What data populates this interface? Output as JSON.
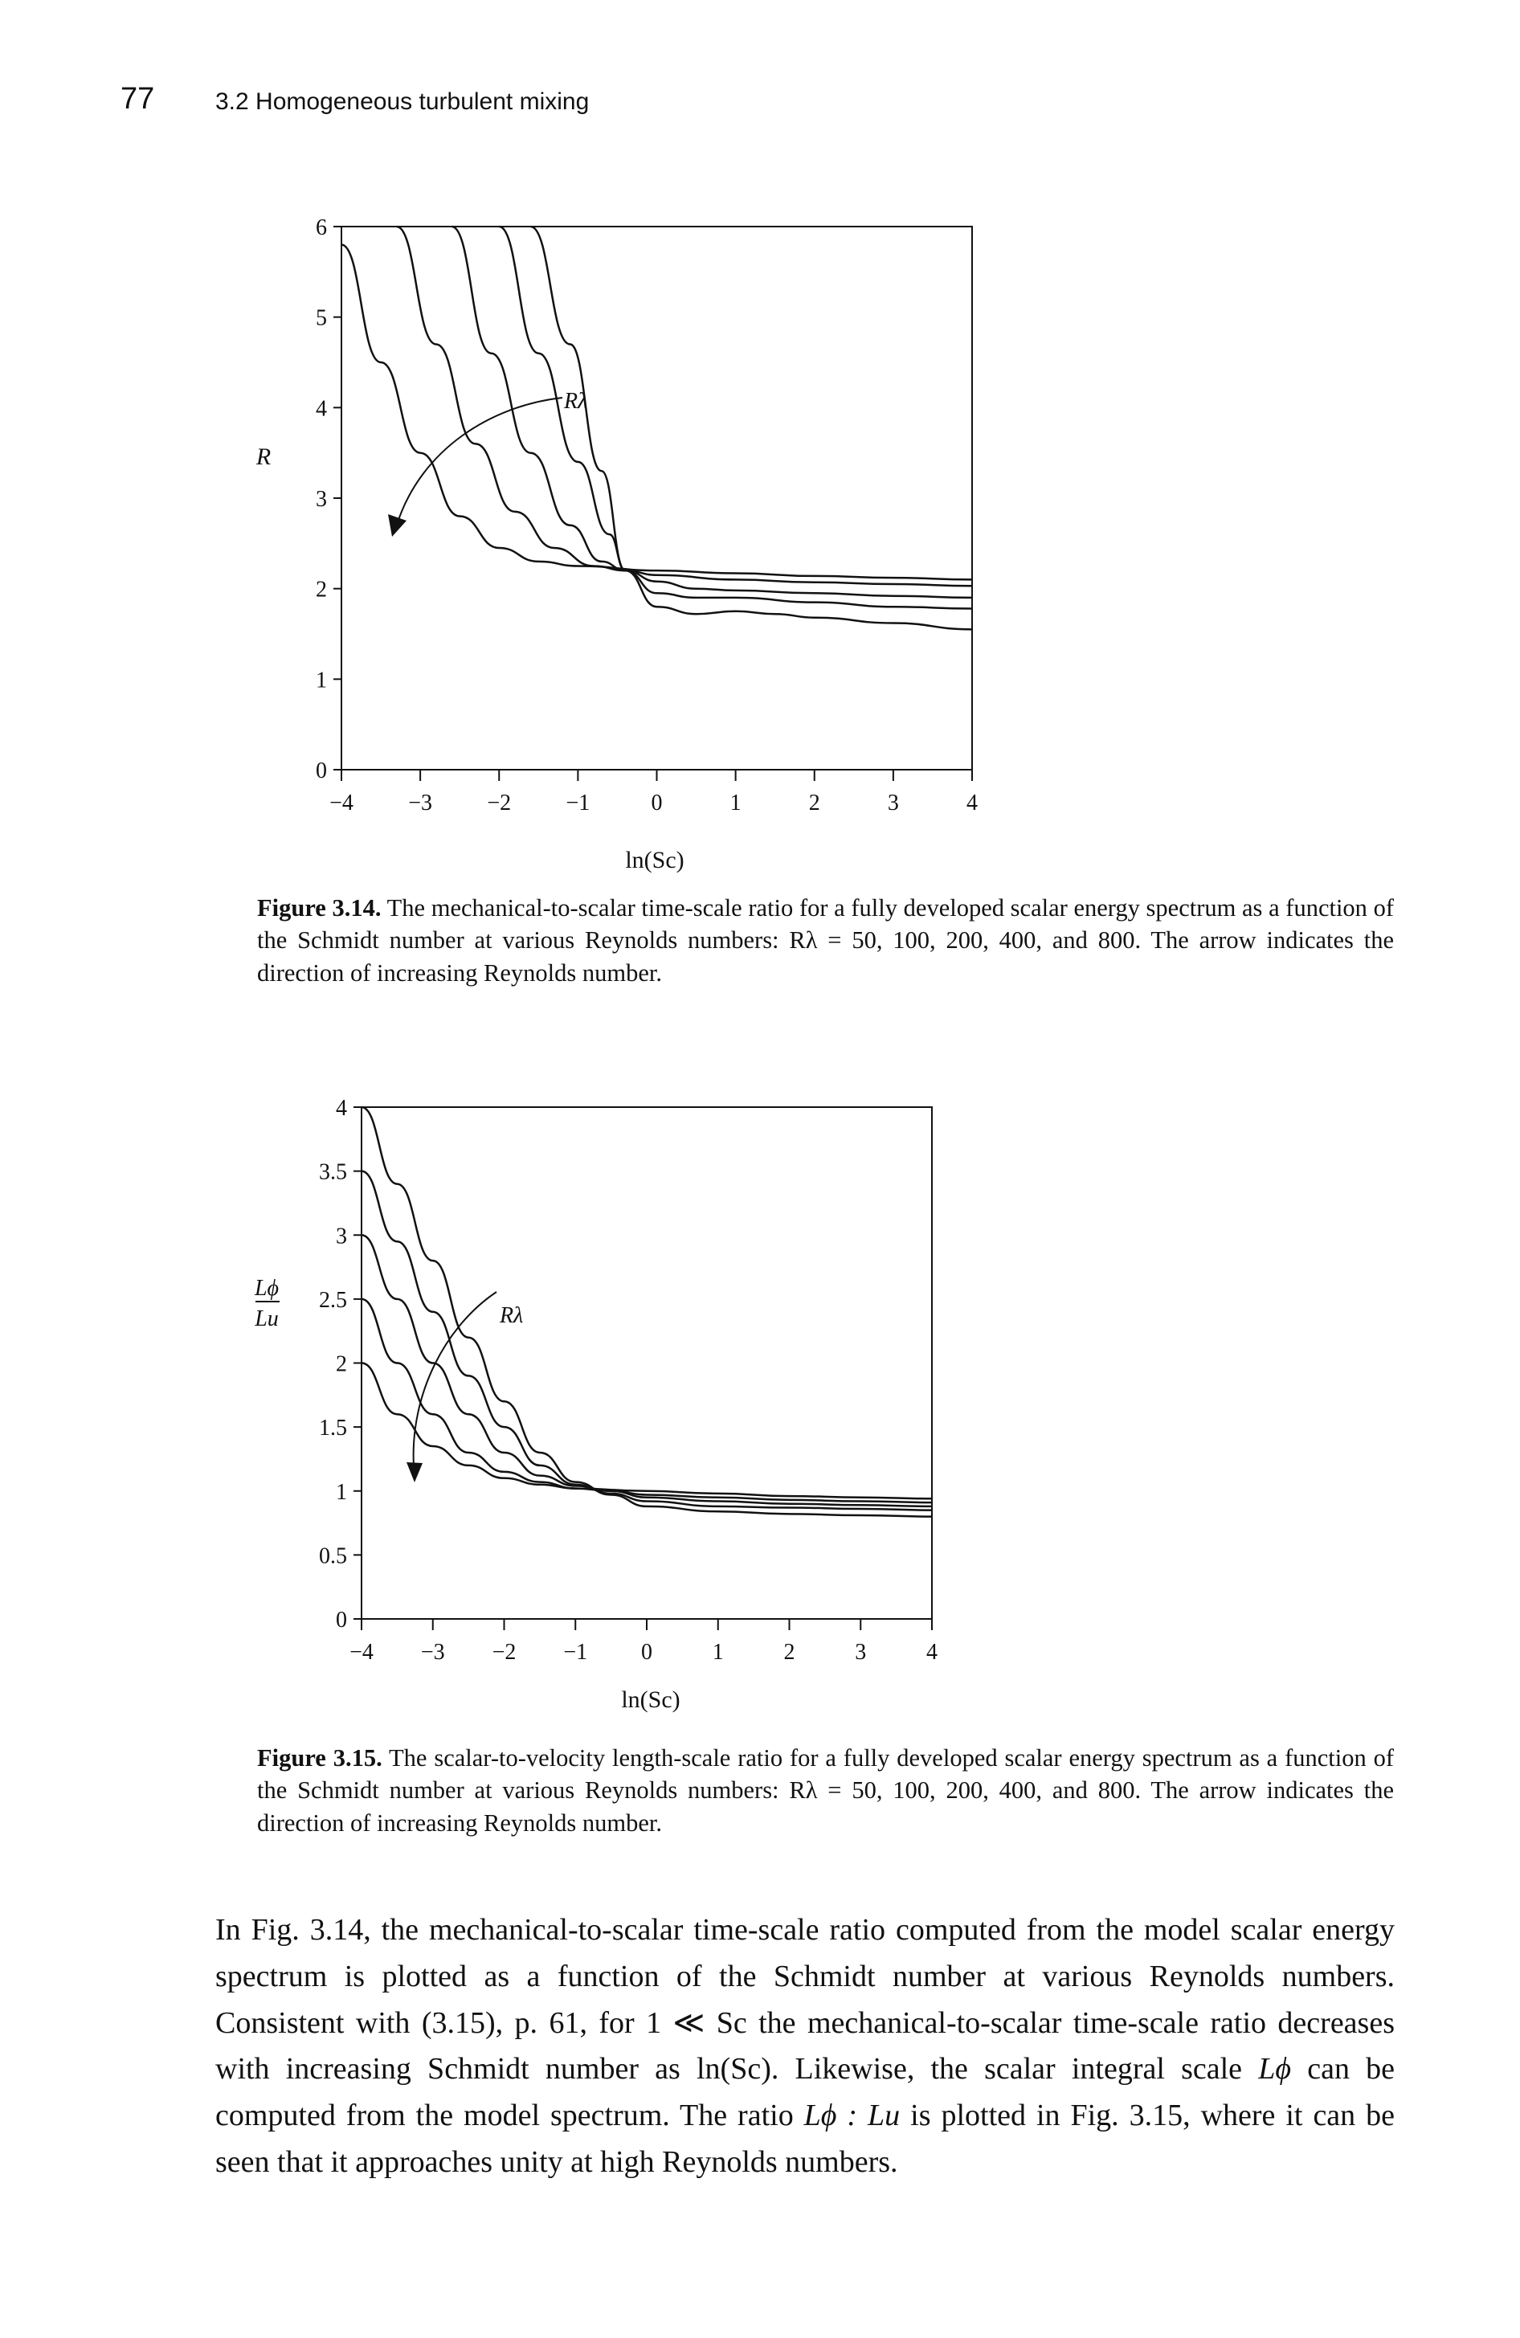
{
  "header": {
    "page_number": "77",
    "running_title": "3.2 Homogeneous turbulent mixing"
  },
  "figure_3_14": {
    "chart_data": {
      "type": "line",
      "ylabel": "R",
      "xlabel": "ln(Sc)",
      "xlim": [
        -4,
        4
      ],
      "ylim": [
        0,
        6
      ],
      "x_ticks": [
        "−4",
        "−3",
        "−2",
        "−1",
        "0",
        "1",
        "2",
        "3",
        "4"
      ],
      "y_ticks": [
        "0",
        "1",
        "2",
        "3",
        "4",
        "5",
        "6"
      ],
      "annotation": "Rλ",
      "series": [
        {
          "points": [
            [
              -4.0,
              5.8
            ],
            [
              -3.5,
              4.5
            ],
            [
              -3.0,
              3.5
            ],
            [
              -2.5,
              2.8
            ],
            [
              -2.0,
              2.45
            ],
            [
              -1.5,
              2.3
            ],
            [
              -1.0,
              2.25
            ],
            [
              0.0,
              2.2
            ],
            [
              1.0,
              2.17
            ],
            [
              2.0,
              2.14
            ],
            [
              3.0,
              2.12
            ],
            [
              4.0,
              2.1
            ]
          ]
        },
        {
          "points": [
            [
              -3.3,
              6.0
            ],
            [
              -2.8,
              4.7
            ],
            [
              -2.3,
              3.6
            ],
            [
              -1.8,
              2.85
            ],
            [
              -1.3,
              2.45
            ],
            [
              -0.8,
              2.25
            ],
            [
              -0.4,
              2.2
            ],
            [
              0.0,
              2.15
            ],
            [
              1.0,
              2.1
            ],
            [
              2.0,
              2.07
            ],
            [
              3.0,
              2.05
            ],
            [
              4.0,
              2.03
            ]
          ]
        },
        {
          "points": [
            [
              -2.6,
              6.0
            ],
            [
              -2.1,
              4.6
            ],
            [
              -1.6,
              3.5
            ],
            [
              -1.1,
              2.7
            ],
            [
              -0.7,
              2.3
            ],
            [
              -0.4,
              2.2
            ],
            [
              0.0,
              2.08
            ],
            [
              0.5,
              2.0
            ],
            [
              1.0,
              1.98
            ],
            [
              2.0,
              1.95
            ],
            [
              3.0,
              1.92
            ],
            [
              4.0,
              1.9
            ]
          ]
        },
        {
          "points": [
            [
              -2.0,
              6.0
            ],
            [
              -1.5,
              4.6
            ],
            [
              -1.0,
              3.4
            ],
            [
              -0.6,
              2.6
            ],
            [
              -0.4,
              2.2
            ],
            [
              0.0,
              1.95
            ],
            [
              0.5,
              1.9
            ],
            [
              1.0,
              1.9
            ],
            [
              2.0,
              1.85
            ],
            [
              3.0,
              1.8
            ],
            [
              4.0,
              1.78
            ]
          ]
        },
        {
          "points": [
            [
              -1.6,
              6.0
            ],
            [
              -1.1,
              4.7
            ],
            [
              -0.7,
              3.3
            ],
            [
              -0.4,
              2.2
            ],
            [
              0.0,
              1.8
            ],
            [
              0.5,
              1.72
            ],
            [
              1.0,
              1.75
            ],
            [
              1.5,
              1.72
            ],
            [
              2.0,
              1.68
            ],
            [
              3.0,
              1.62
            ],
            [
              4.0,
              1.55
            ]
          ]
        }
      ]
    },
    "caption_label": "Figure 3.14.",
    "caption_text": "The mechanical-to-scalar time-scale ratio for a fully developed scalar energy spectrum as a function of the Schmidt number at various Reynolds numbers: Rλ = 50, 100, 200, 400, and 800. The arrow indicates the direction of increasing Reynolds number."
  },
  "figure_3_15": {
    "chart_data": {
      "type": "line",
      "ylabel_top": "Lϕ",
      "ylabel_bottom": "Lu",
      "xlabel": "ln(Sc)",
      "xlim": [
        -4,
        4
      ],
      "ylim": [
        0,
        4
      ],
      "x_ticks": [
        "−4",
        "−3",
        "−2",
        "−1",
        "0",
        "1",
        "2",
        "3",
        "4"
      ],
      "y_ticks": [
        "0",
        "0.5",
        "1",
        "1.5",
        "2",
        "2.5",
        "3",
        "3.5",
        "4"
      ],
      "annotation": "Rλ",
      "series": [
        {
          "points": [
            [
              -4.0,
              2.0
            ],
            [
              -3.5,
              1.6
            ],
            [
              -3.0,
              1.35
            ],
            [
              -2.5,
              1.2
            ],
            [
              -2.0,
              1.1
            ],
            [
              -1.5,
              1.05
            ],
            [
              -1.0,
              1.02
            ],
            [
              0.0,
              1.0
            ],
            [
              1.0,
              0.98
            ],
            [
              2.0,
              0.96
            ],
            [
              3.0,
              0.95
            ],
            [
              4.0,
              0.94
            ]
          ]
        },
        {
          "points": [
            [
              -4.0,
              2.5
            ],
            [
              -3.5,
              2.0
            ],
            [
              -3.0,
              1.6
            ],
            [
              -2.5,
              1.3
            ],
            [
              -2.0,
              1.15
            ],
            [
              -1.5,
              1.07
            ],
            [
              -1.0,
              1.02
            ],
            [
              -0.5,
              1.0
            ],
            [
              0.0,
              0.97
            ],
            [
              1.0,
              0.95
            ],
            [
              2.0,
              0.93
            ],
            [
              3.0,
              0.92
            ],
            [
              4.0,
              0.91
            ]
          ]
        },
        {
          "points": [
            [
              -4.0,
              3.0
            ],
            [
              -3.5,
              2.5
            ],
            [
              -3.0,
              2.0
            ],
            [
              -2.5,
              1.6
            ],
            [
              -2.0,
              1.3
            ],
            [
              -1.5,
              1.12
            ],
            [
              -1.0,
              1.04
            ],
            [
              -0.5,
              1.0
            ],
            [
              0.0,
              0.95
            ],
            [
              1.0,
              0.92
            ],
            [
              2.0,
              0.9
            ],
            [
              3.0,
              0.89
            ],
            [
              4.0,
              0.88
            ]
          ]
        },
        {
          "points": [
            [
              -4.0,
              3.5
            ],
            [
              -3.5,
              2.95
            ],
            [
              -3.0,
              2.4
            ],
            [
              -2.5,
              1.9
            ],
            [
              -2.0,
              1.5
            ],
            [
              -1.5,
              1.2
            ],
            [
              -1.0,
              1.05
            ],
            [
              -0.5,
              0.98
            ],
            [
              0.0,
              0.92
            ],
            [
              1.0,
              0.88
            ],
            [
              2.0,
              0.87
            ],
            [
              3.0,
              0.86
            ],
            [
              4.0,
              0.85
            ]
          ]
        },
        {
          "points": [
            [
              -4.0,
              4.0
            ],
            [
              -3.5,
              3.4
            ],
            [
              -3.0,
              2.8
            ],
            [
              -2.5,
              2.2
            ],
            [
              -2.0,
              1.7
            ],
            [
              -1.5,
              1.3
            ],
            [
              -1.0,
              1.07
            ],
            [
              -0.5,
              0.97
            ],
            [
              0.0,
              0.88
            ],
            [
              1.0,
              0.84
            ],
            [
              2.0,
              0.82
            ],
            [
              3.0,
              0.81
            ],
            [
              4.0,
              0.8
            ]
          ]
        }
      ]
    },
    "caption_label": "Figure 3.15.",
    "caption_text": "The scalar-to-velocity length-scale ratio for a fully developed scalar energy spectrum as a function of the Schmidt number at various Reynolds numbers: Rλ = 50, 100, 200, 400, and 800. The arrow indicates the direction of increasing Reynolds number."
  },
  "body_paragraph": {
    "part1": "In Fig. 3.14, the mechanical-to-scalar time-scale ratio computed from the model scalar energy spectrum is plotted as a function of the Schmidt number at various Reynolds numbers. Consistent with (3.15), p. 61, for 1 ≪ Sc the mechanical-to-scalar time-scale ratio decreases with increasing Schmidt number as ln(Sc). Likewise, the scalar integral scale ",
    "math1": "Lϕ",
    "part2": " can be computed from the model spectrum. The ratio ",
    "math2": "Lϕ : Lu",
    "part3": " is plotted in Fig. 3.15, where it can be seen that it approaches unity at high Reynolds numbers."
  }
}
